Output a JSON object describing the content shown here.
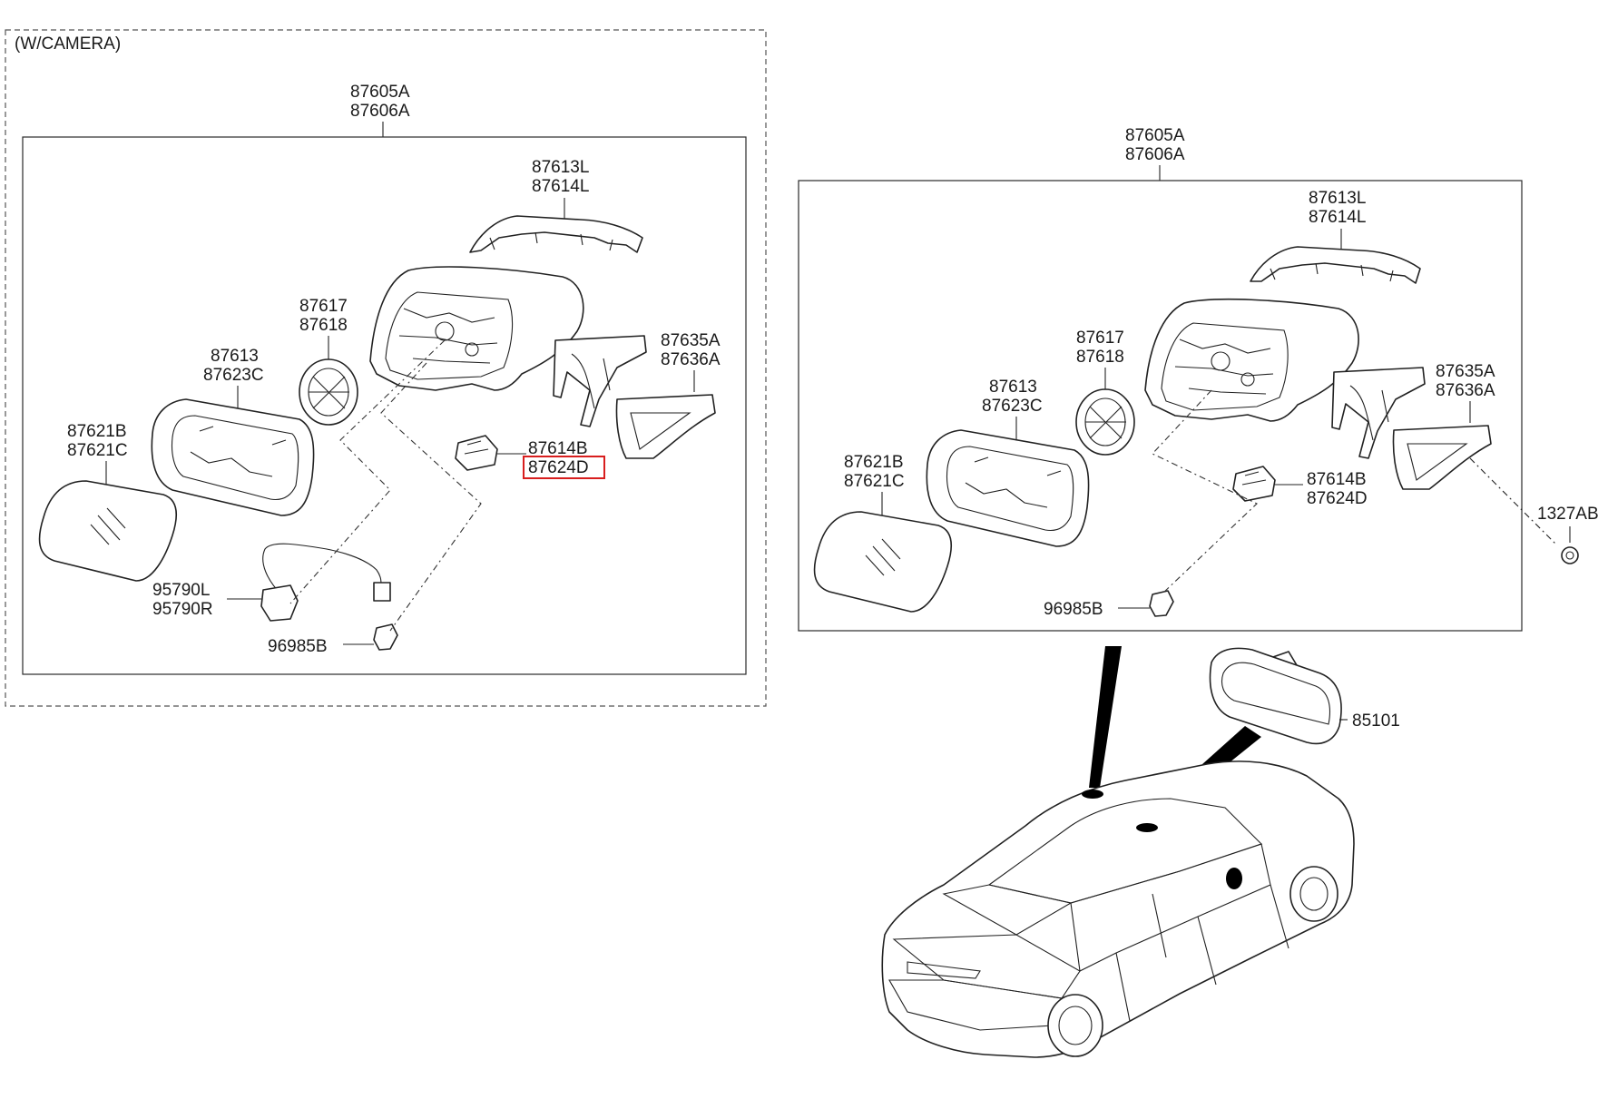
{
  "left_panel": {
    "title": "(W/CAMERA)",
    "assembly": [
      "87605A",
      "87606A"
    ],
    "labels": {
      "cover": [
        "87613L",
        "87614L"
      ],
      "actuator": [
        "87617",
        "87618"
      ],
      "holder": [
        "87613",
        "87623C"
      ],
      "glass": [
        "87621B",
        "87621C"
      ],
      "cap": [
        "87635A",
        "87636A"
      ],
      "motor": [
        "87614B",
        "87624D"
      ],
      "camera": [
        "95790L",
        "95790R"
      ],
      "connector": [
        "96985B"
      ]
    },
    "highlighted_part": "87624D",
    "highlight_color": "#d81e1e"
  },
  "right_panel": {
    "assembly": [
      "87605A",
      "87606A"
    ],
    "labels": {
      "cover": [
        "87613L",
        "87614L"
      ],
      "actuator": [
        "87617",
        "87618"
      ],
      "holder": [
        "87613",
        "87623C"
      ],
      "glass": [
        "87621B",
        "87621C"
      ],
      "cap": [
        "87635A",
        "87636A"
      ],
      "motor": [
        "87614B",
        "87624D"
      ],
      "nut": [
        "1327AB"
      ],
      "connector": [
        "96985B"
      ]
    }
  },
  "inside_mirror": {
    "label": "85101"
  }
}
